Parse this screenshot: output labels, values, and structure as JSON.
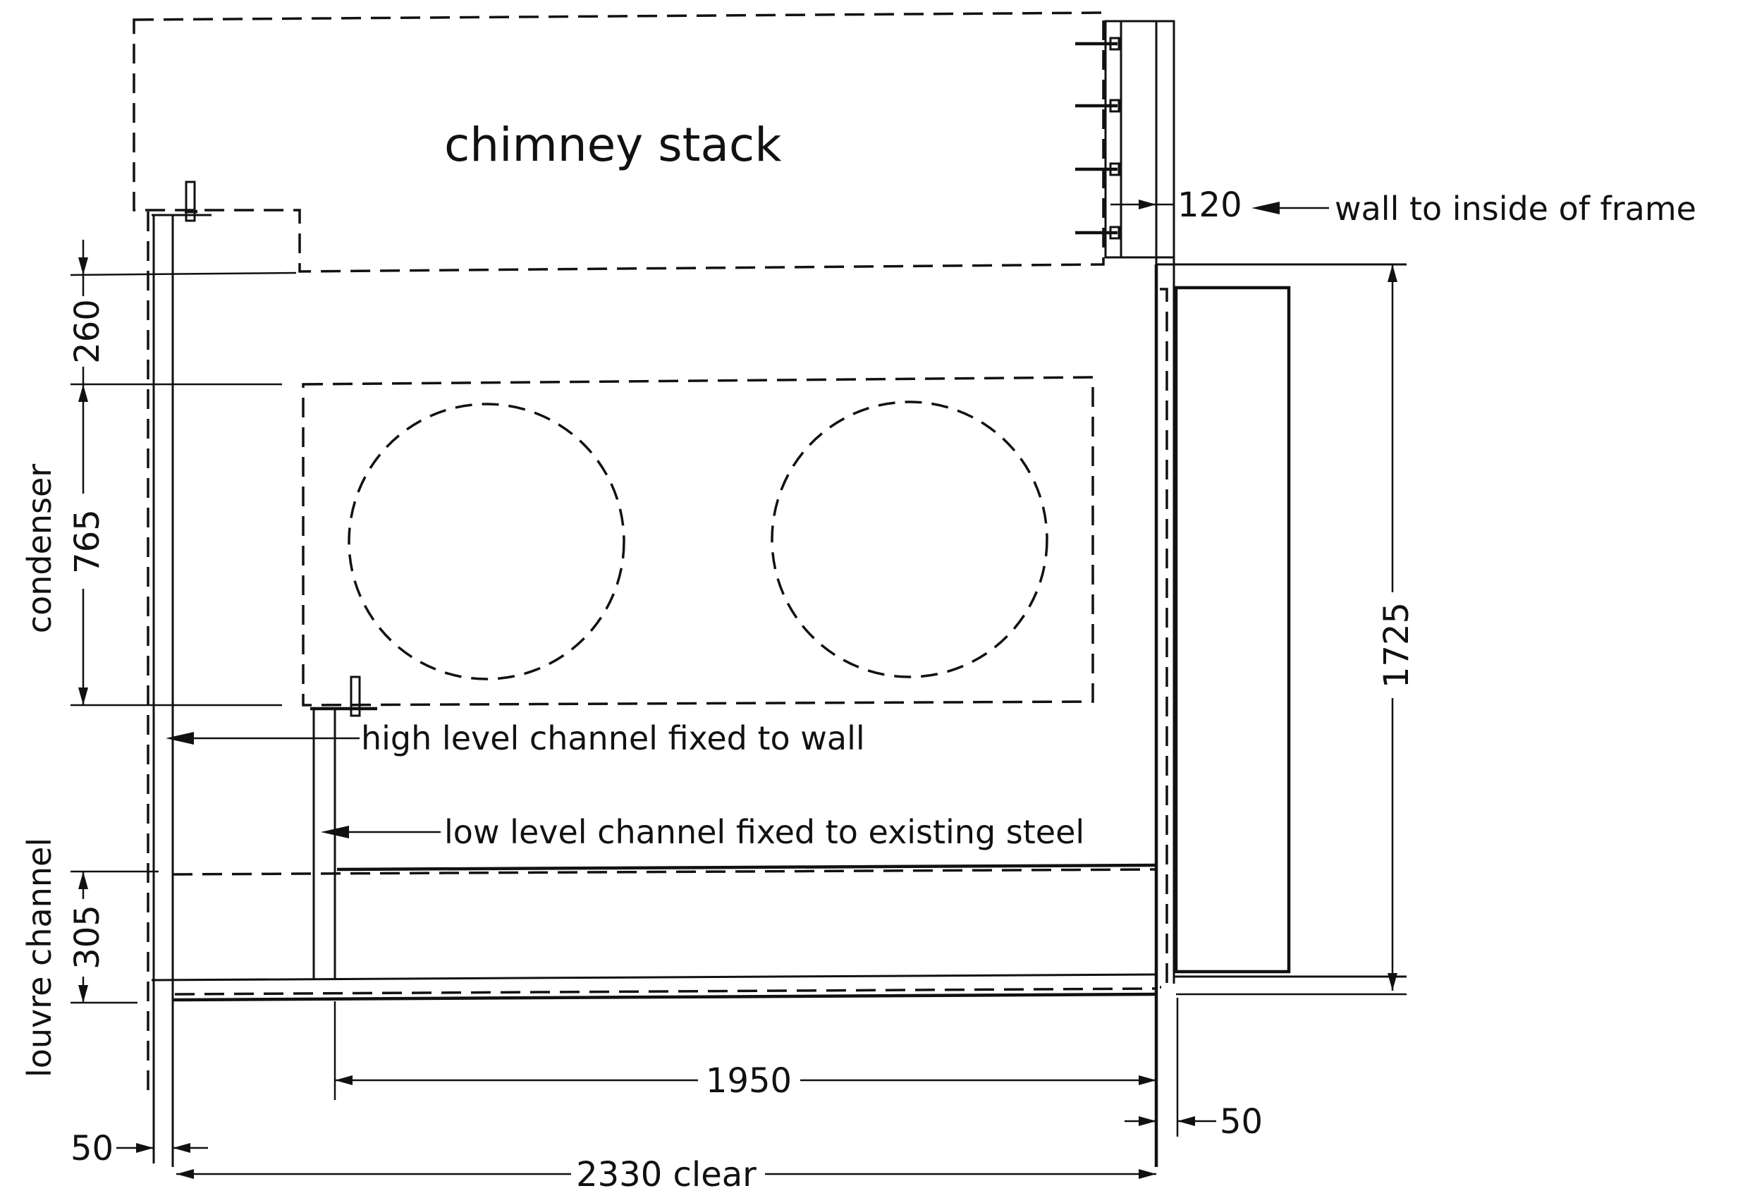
{
  "labels": {
    "chimney_stack": "chimney stack",
    "wall_to_inside": "wall to inside of frame",
    "high_level_channel": "high level channel fixed to wall",
    "low_level_channel": "low level channel fixed to existing steel",
    "condenser": "condenser",
    "louvre_channel": "louvre channel"
  },
  "dimensions": {
    "d120": "120",
    "d260": "260",
    "d765": "765",
    "d305": "305",
    "d1725": "1725",
    "d1950": "1950",
    "d50_left": "50",
    "d50_right": "50",
    "d2330": "2330 clear"
  }
}
